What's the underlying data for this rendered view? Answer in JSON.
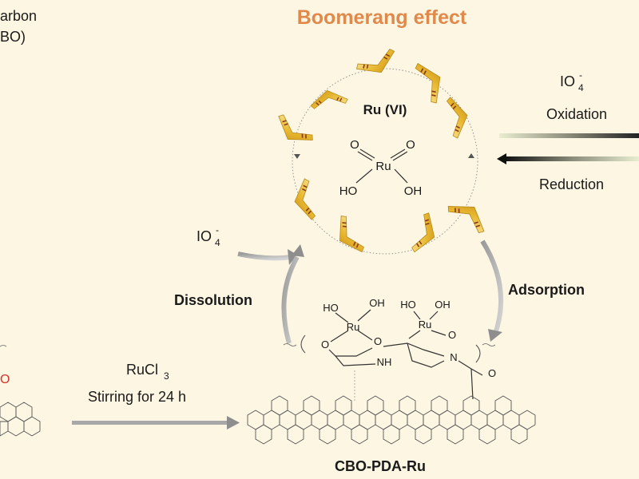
{
  "title": "Boomerang effect",
  "left_labels": {
    "carbon_partial": "arbon",
    "cbo_partial": "BO)",
    "o_partial": "O"
  },
  "cycle": {
    "species": "Ru (VI)",
    "complex": {
      "o1": "O",
      "o2": "O",
      "ru": "Ru",
      "oh_left": "HO",
      "oh_right": "OH"
    }
  },
  "right_panel": {
    "reagent_base": "IO",
    "reagent_sub": "4",
    "reagent_sup": "-",
    "oxidation": "Oxidation",
    "reduction": "Reduction"
  },
  "dissolution": {
    "reagent_base": "IO",
    "reagent_sub": "4",
    "reagent_sup": "-",
    "label": "Dissolution"
  },
  "adsorption": {
    "label": "Adsorption"
  },
  "bottom_complex": {
    "ho1": "HO",
    "oh1": "OH",
    "ho2": "HO",
    "oh2": "OH",
    "ru1": "Ru",
    "ru2": "Ru",
    "o_left": "O",
    "o_mid": "O",
    "o_right": "O",
    "nh": "NH",
    "n": "N",
    "o_carbonyl": "O"
  },
  "reaction": {
    "rucl_base": "RuCl",
    "rucl_sub": "3",
    "condition": "Stirring for 24 h"
  },
  "product": "CBO-PDA-Ru",
  "colors": {
    "title": "#e0894a",
    "ruthenium": "#d7322a",
    "boomerang": "#e8b830",
    "background": "#fdf6e3"
  }
}
